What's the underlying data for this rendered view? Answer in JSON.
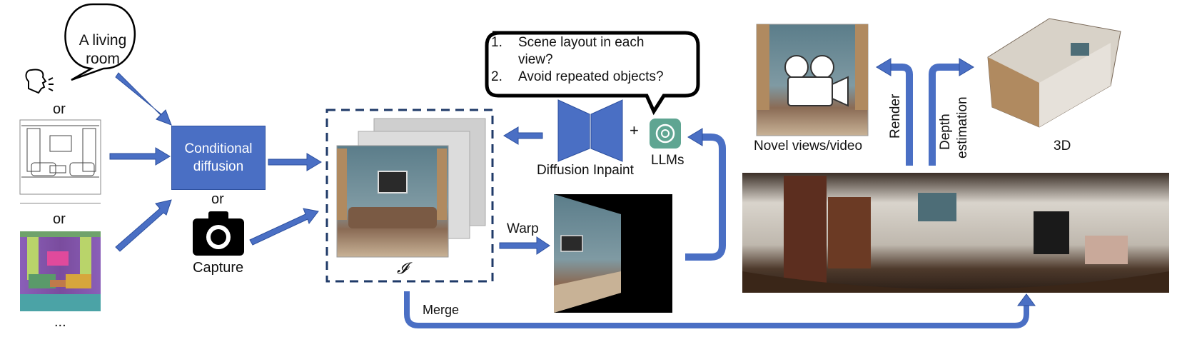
{
  "speech": {
    "line1": "A living",
    "line2": "room"
  },
  "or_labels": [
    "or",
    "or",
    "or"
  ],
  "ellipsis": "...",
  "conditional_diffusion": {
    "line1": "Conditional",
    "line2": "diffusion"
  },
  "capture_label": "Capture",
  "image_set_symbol": "𝓘",
  "llm_bubble": {
    "items": [
      {
        "num": "1.",
        "text_line1": "Scene layout in each",
        "text_line2": "view?"
      },
      {
        "num": "2.",
        "text_line1": "Avoid repeated objects?",
        "text_line2": ""
      }
    ]
  },
  "diffusion_inpaint_label": "Diffusion Inpaint",
  "plus": "+",
  "llms_label": "LLMs",
  "warp_label": "Warp",
  "merge_label": "Merge",
  "novel_views_label": "Novel views/video",
  "render_label": "Render",
  "depth_label_1": "Depth",
  "depth_label_2": "estimation",
  "three_d_label": "3D",
  "colors": {
    "arrow": "#4a6fc4",
    "arrow_edge": "#2c4f9e",
    "dashed_border": "#1f3a68",
    "llm_icon": "#5fa592"
  }
}
